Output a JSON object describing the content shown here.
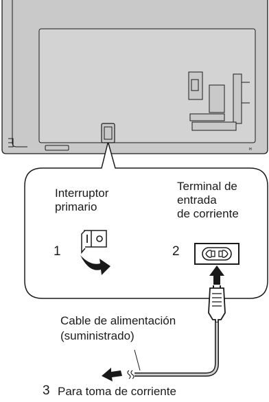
{
  "labels": {
    "switch_title_line1": "Interruptor",
    "switch_title_line2": "primario",
    "terminal_line1": "Terminal de",
    "terminal_line2": "entrada",
    "terminal_line3": "de corriente",
    "cable_line1": "Cable de alimentación",
    "cable_line2": "(suministrado)",
    "footer_number": "3",
    "footer_text": "Para toma de corriente"
  },
  "steps": {
    "step1": "1",
    "step2": "2"
  },
  "colors": {
    "panel_fill": "#c9c9c9",
    "line": "#1a1a1a",
    "arrow": "#1a1a1a",
    "callout_fill": "#ffffff"
  },
  "icons": {
    "rocker_switch": "rocker-switch-icon",
    "power_inlet": "ac-inlet-icon",
    "plug": "power-plug-icon"
  }
}
